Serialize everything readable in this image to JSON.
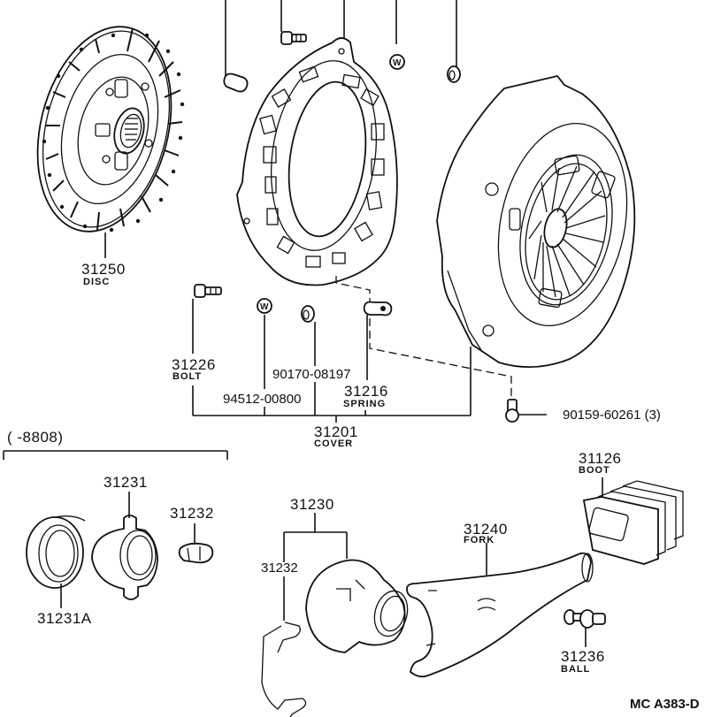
{
  "diagram": {
    "title": "Clutch assembly parts diagram",
    "code": "MC  A383-D",
    "range_note": "(        -8808)",
    "parts": {
      "disc": {
        "number": "31250",
        "name": "DISC"
      },
      "bolt": {
        "number": "31226",
        "name": "BOLT"
      },
      "washer": {
        "number": "94512-00800",
        "name": ""
      },
      "nut": {
        "number": "90170-08197",
        "name": ""
      },
      "spring": {
        "number": "31216",
        "name": "SPRING"
      },
      "cover": {
        "number": "31201",
        "name": "COVER"
      },
      "screw": {
        "number": "90159-60261 (3)",
        "name": ""
      },
      "boot": {
        "number": "31126",
        "name": "BOOT"
      },
      "bearing_hub": {
        "number": "31231",
        "name": ""
      },
      "bearing": {
        "number": "31231A",
        "name": ""
      },
      "clip_small": {
        "number": "31232",
        "name": ""
      },
      "bearing_assy": {
        "number": "31230",
        "name": ""
      },
      "clip": {
        "number": "31232",
        "name": ""
      },
      "fork": {
        "number": "31240",
        "name": "FORK"
      },
      "ball": {
        "number": "31236",
        "name": "BALL"
      }
    }
  }
}
